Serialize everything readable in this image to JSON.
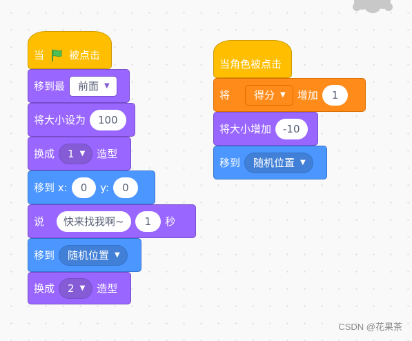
{
  "script1": {
    "hat": {
      "prefix": "当",
      "suffix": "被点击"
    },
    "goto_front": {
      "label": "移到最",
      "dropdown": "前面"
    },
    "set_size": {
      "label": "将大小设为",
      "value": "100"
    },
    "switch_costume1": {
      "label": "换成",
      "dropdown": "1",
      "suffix": "造型"
    },
    "goto_xy": {
      "label": "移到 x:",
      "x": "0",
      "y_label": "y:",
      "y": "0"
    },
    "say_for": {
      "label": "说",
      "message": "快来找我啊~",
      "secs": "1",
      "suffix": "秒"
    },
    "goto_random": {
      "label": "移到",
      "dropdown": "随机位置"
    },
    "switch_costume2": {
      "label": "换成",
      "dropdown": "2",
      "suffix": "造型"
    }
  },
  "script2": {
    "hat": {
      "label": "当角色被点击"
    },
    "change_var": {
      "prefix": "将",
      "variable": "得分",
      "middle": "增加",
      "value": "1"
    },
    "change_size": {
      "label": "将大小增加",
      "value": "-10"
    },
    "goto_random": {
      "label": "移到",
      "dropdown": "随机位置"
    }
  },
  "watermark": "CSDN @花果茶",
  "colors": {
    "motion": "#4c97ff",
    "looks": "#9966ff",
    "events": "#ffbf00",
    "variables": "#ff8c1a"
  }
}
